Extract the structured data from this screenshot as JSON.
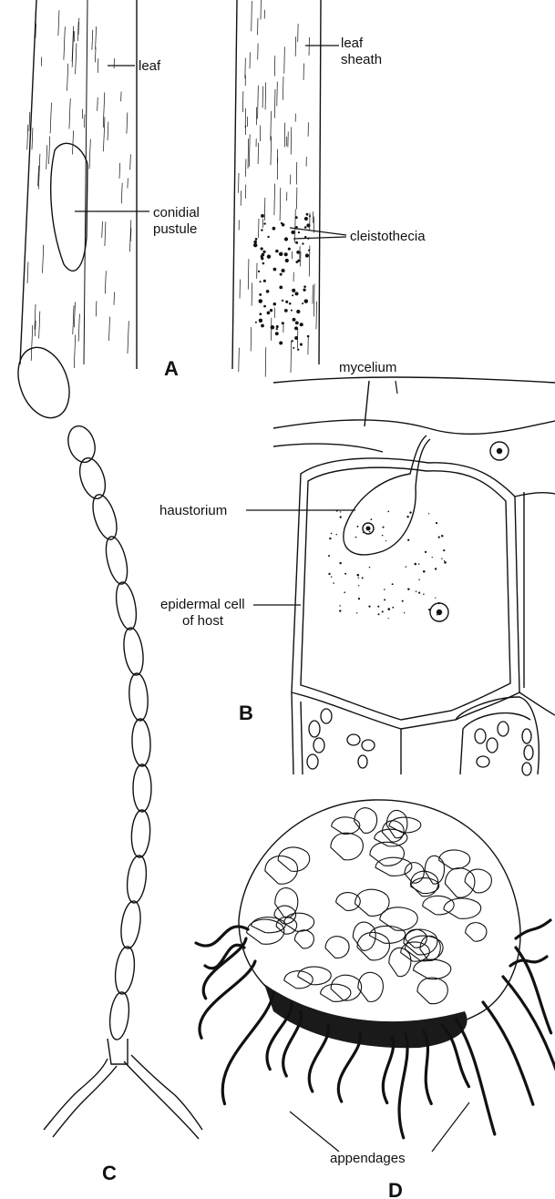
{
  "panels": {
    "a": {
      "letter": "A",
      "labels": {
        "leaf": "leaf",
        "leaf_sheath_1": "leaf",
        "leaf_sheath_2": "sheath",
        "conidial_1": "conidial",
        "conidial_2": "pustule",
        "cleistothecia": "cleistothecia"
      }
    },
    "b": {
      "letter": "B",
      "labels": {
        "mycelium": "mycelium",
        "haustorium": "haustorium",
        "epidermal_1": "epidermal cell",
        "epidermal_2": "of host"
      }
    },
    "c": {
      "letter": "C"
    },
    "d": {
      "letter": "D",
      "labels": {
        "appendages": "appendages"
      }
    }
  },
  "colors": {
    "ink": "#111111",
    "paper": "#ffffff"
  }
}
